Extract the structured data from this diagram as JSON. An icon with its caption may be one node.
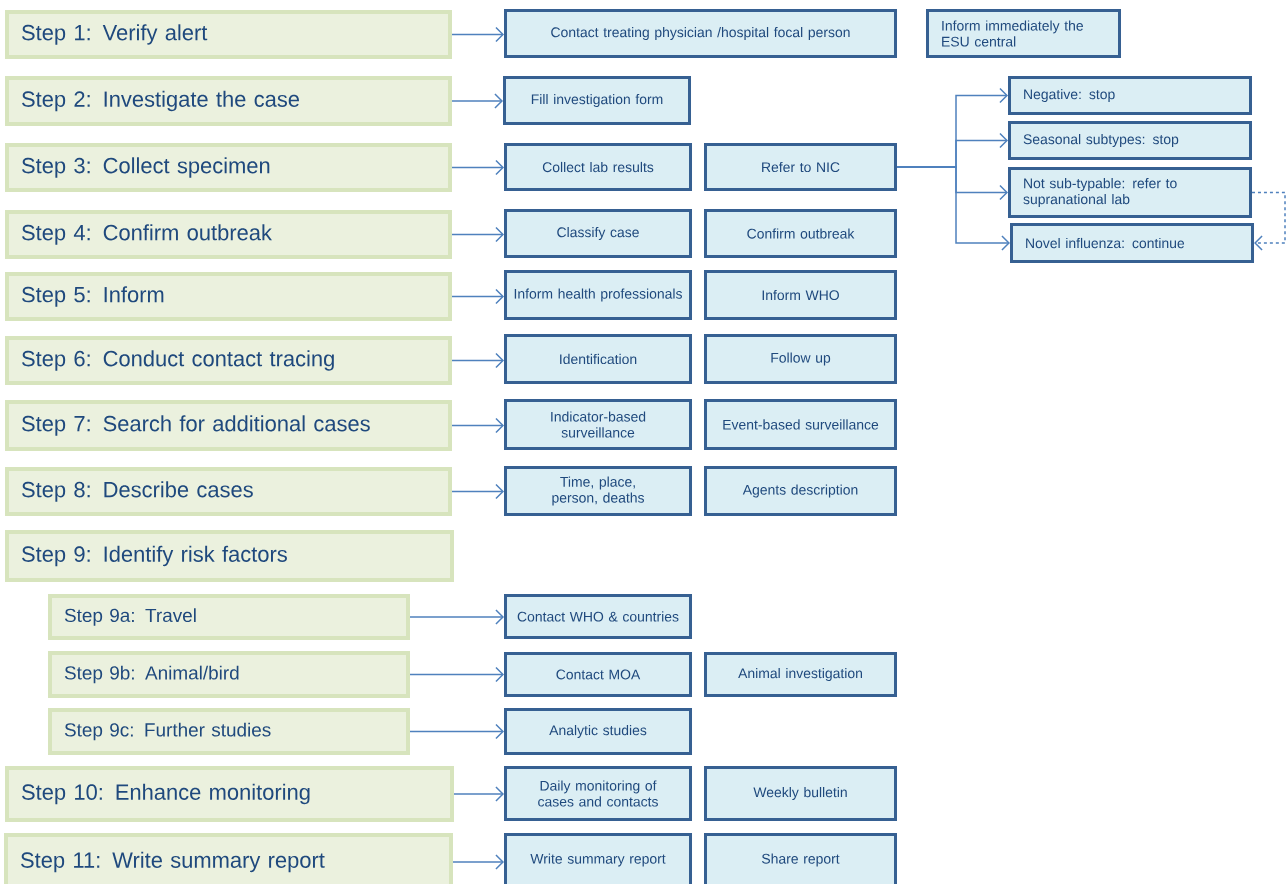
{
  "diagram": {
    "nodes": [
      {
        "text": [
          "Step 1: Verify alert"
        ]
      },
      {
        "text": [
          "Contact treating physician /hospital focal person"
        ]
      },
      {
        "text": [
          "Inform immediately the ESU central"
        ]
      },
      {
        "text": [
          "Step 2: Investigate the case"
        ]
      },
      {
        "text": [
          "Fill investigation form"
        ]
      },
      {
        "text": [
          "Negative: stop"
        ]
      },
      {
        "text": [
          "Step 3: Collect specimen"
        ]
      },
      {
        "text": [
          "Collect lab results"
        ]
      },
      {
        "text": [
          "Refer to NIC"
        ]
      },
      {
        "text": [
          "Seasonal subtypes: stop"
        ]
      },
      {
        "text": [
          "Step 4: Confirm outbreak"
        ]
      },
      {
        "text": [
          "Classify case"
        ]
      },
      {
        "text": [
          "Confirm outbreak"
        ]
      },
      {
        "text": [
          "Not sub-typable: refer to supranational lab"
        ]
      },
      {
        "text": [
          "Novel influenza: continue"
        ]
      },
      {
        "text": [
          "Step 5: Inform"
        ]
      },
      {
        "text": [
          "Inform health professionals"
        ]
      },
      {
        "text": [
          "Inform WHO"
        ]
      },
      {
        "text": [
          "Step 6: Conduct contact tracing"
        ]
      },
      {
        "text": [
          "Identification"
        ]
      },
      {
        "text": [
          "Follow up"
        ]
      },
      {
        "text": [
          "Step 7: Search for additional cases"
        ]
      },
      {
        "text": [
          "Indicator-based surveillance"
        ]
      },
      {
        "text": [
          "Event-based surveillance"
        ]
      },
      {
        "text": [
          "Step 8: Describe cases"
        ]
      },
      {
        "text": [
          "Time, place, person, deaths"
        ]
      },
      {
        "text": [
          "Agents description"
        ]
      },
      {
        "text": [
          "Step 9: Identify risk factors"
        ]
      },
      {
        "text": [
          "Step 9a: Travel"
        ]
      },
      {
        "text": [
          "Contact WHO & countries"
        ]
      },
      {
        "text": [
          "Step 9b: Animal/bird"
        ]
      },
      {
        "text": [
          "Contact MOA"
        ]
      },
      {
        "text": [
          "Animal investigation"
        ]
      },
      {
        "text": [
          "Step 9c: Further studies"
        ]
      },
      {
        "text": [
          "Analytic studies"
        ]
      },
      {
        "text": [
          "Step 10: Enhance monitoring"
        ]
      },
      {
        "text": [
          "Daily monitoring of cases and  contacts"
        ]
      },
      {
        "text": [
          "Weekly bulletin"
        ]
      },
      {
        "text": [
          "Step 11: Write summary report"
        ]
      },
      {
        "text": [
          "Write summary report"
        ]
      },
      {
        "text": [
          "Share report"
        ]
      }
    ],
    "edges": [
      {
        "from": 0,
        "to": 1,
        "arrow": "to"
      },
      {
        "from": 3,
        "to": 4,
        "arrow": "to"
      },
      {
        "from": 6,
        "to": 7,
        "arrow": "to"
      },
      {
        "from": 8,
        "to": 5,
        "arrow": "to"
      },
      {
        "from": 8,
        "to": 9,
        "arrow": "to"
      },
      {
        "from": 8,
        "to": 13,
        "arrow": "to"
      },
      {
        "from": 8,
        "to": 14,
        "arrow": "to"
      },
      {
        "from": 13,
        "to": 14,
        "arrow": "to",
        "style": "dashed"
      },
      {
        "from": 10,
        "to": 11,
        "arrow": "to"
      },
      {
        "from": 15,
        "to": 16,
        "arrow": "to"
      },
      {
        "from": 18,
        "to": 19,
        "arrow": "to"
      },
      {
        "from": 21,
        "to": 22,
        "arrow": "to"
      },
      {
        "from": 24,
        "to": 25,
        "arrow": "to"
      },
      {
        "from": 28,
        "to": 29,
        "arrow": "to"
      },
      {
        "from": 30,
        "to": 31,
        "arrow": "to"
      },
      {
        "from": 33,
        "to": 34,
        "arrow": "to"
      },
      {
        "from": 35,
        "to": 36,
        "arrow": "to"
      },
      {
        "from": 38,
        "to": 39,
        "arrow": "to"
      }
    ]
  }
}
